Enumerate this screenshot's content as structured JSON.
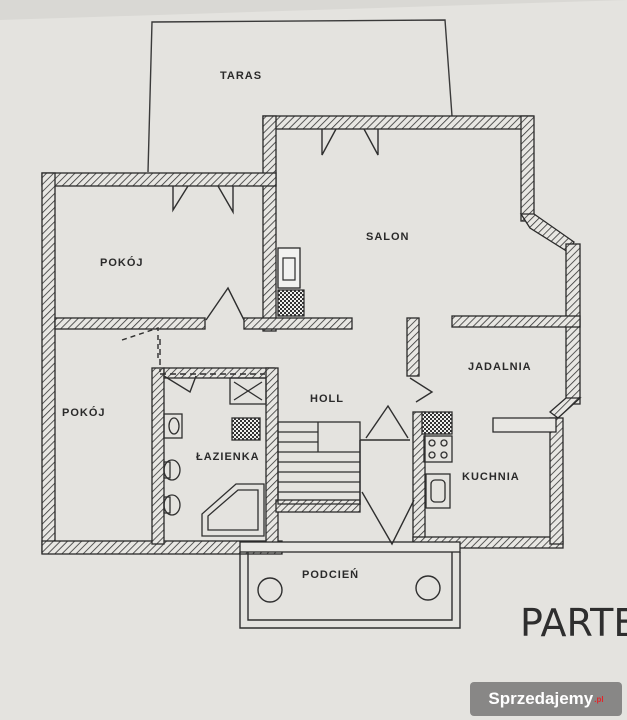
{
  "plan": {
    "rooms": {
      "taras": "TARAS",
      "salon": "SALON",
      "pokoj_upper": "POKÓJ",
      "pokoj_lower": "POKÓJ",
      "jadalnia": "JADALNIA",
      "holl": "HOLL",
      "lazienka": "ŁAZIENKA",
      "kuchnia": "KUCHNIA",
      "podcien": "PODCIEŃ"
    },
    "floor_title": "PARTE"
  },
  "watermark": {
    "text": "Sprzedajemy",
    "suffix": ".pl"
  }
}
